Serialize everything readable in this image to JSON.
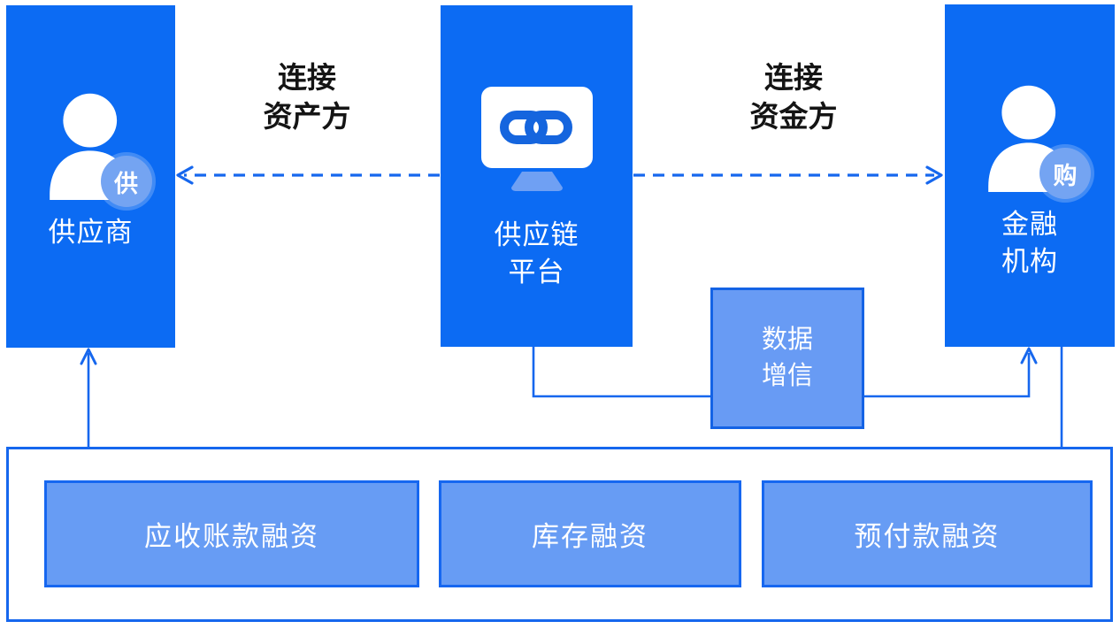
{
  "colors": {
    "pillar_blue": "#0C6BF3",
    "light_blue_fill": "#679CF4",
    "credit_box_fill": "#689BF4",
    "line_blue": "#1667EE",
    "badge_blue": "#74A4F2",
    "label_black": "#141414",
    "white": "#FFFFFF"
  },
  "nodes": {
    "supplier": {
      "label": "供应商",
      "badge": "供",
      "icon": "person-icon"
    },
    "platform": {
      "label_line1": "供应链",
      "label_line2": "平台",
      "icon": "monitor-chain-icon"
    },
    "finance": {
      "label_line1": "金融",
      "label_line2": "机构",
      "badge": "购",
      "icon": "person-icon"
    }
  },
  "connections": {
    "asset_link": {
      "line1": "连接",
      "line2": "资产方",
      "style": "dashed-arrow-left"
    },
    "fund_link": {
      "line1": "连接",
      "line2": "资金方",
      "style": "dashed-arrow-right"
    },
    "credit_box": {
      "line1": "数据",
      "line2": "增信"
    }
  },
  "financing_products": [
    {
      "label": "应收账款融资"
    },
    {
      "label": "库存融资"
    },
    {
      "label": "预付款融资"
    }
  ]
}
